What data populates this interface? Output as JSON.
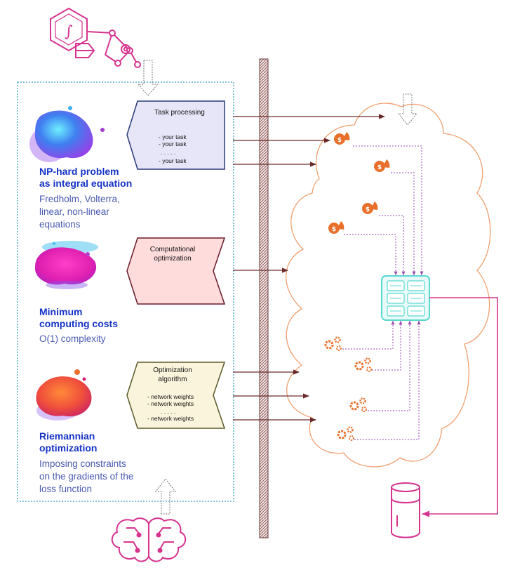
{
  "sections": [
    {
      "title_line1": "NP-hard problem",
      "title_line2": "as integral equation",
      "desc_lines": [
        "Fredholm, Volterra,",
        "linear, non-linear",
        "equations"
      ]
    },
    {
      "title_line1": "Minimum",
      "title_line2": "computing costs",
      "desc_lines": [
        "O(1) complexity"
      ]
    },
    {
      "title_line1": "Riemannian",
      "title_line2": "optimization",
      "desc_lines": [
        "Imposing constraints",
        "on the gradients of the",
        "loss function"
      ]
    }
  ],
  "panels": {
    "task": {
      "title": "Task processing",
      "items": [
        "- your task",
        "- your task",
        ". . . . .",
        "- your task"
      ]
    },
    "computational": {
      "title_line1": "Computational",
      "title_line2": "optimization"
    },
    "optimization": {
      "title_line1": "Optimization",
      "title_line2": "algorithm",
      "items": [
        "- network weights",
        "- network weights",
        ". . . . .",
        "- network weights"
      ]
    }
  },
  "colors": {
    "title_blue": "#1533c6",
    "desc_blue": "#4a5bb0",
    "magenta": "#d6338f",
    "orange": "#e8702a",
    "cloud_orange": "#f0a070",
    "arrow_brown": "#6b2a2a",
    "processor_teal": "#58d8d0",
    "panel_blue": "#e6e6f8",
    "panel_pink": "#ffdcdc",
    "panel_cream": "#fbf4dc"
  },
  "icons": [
    "integral-network-icon",
    "brain-circuit-icon",
    "database-icon",
    "coin-pie-icon",
    "gears-icon",
    "processor-icon"
  ]
}
